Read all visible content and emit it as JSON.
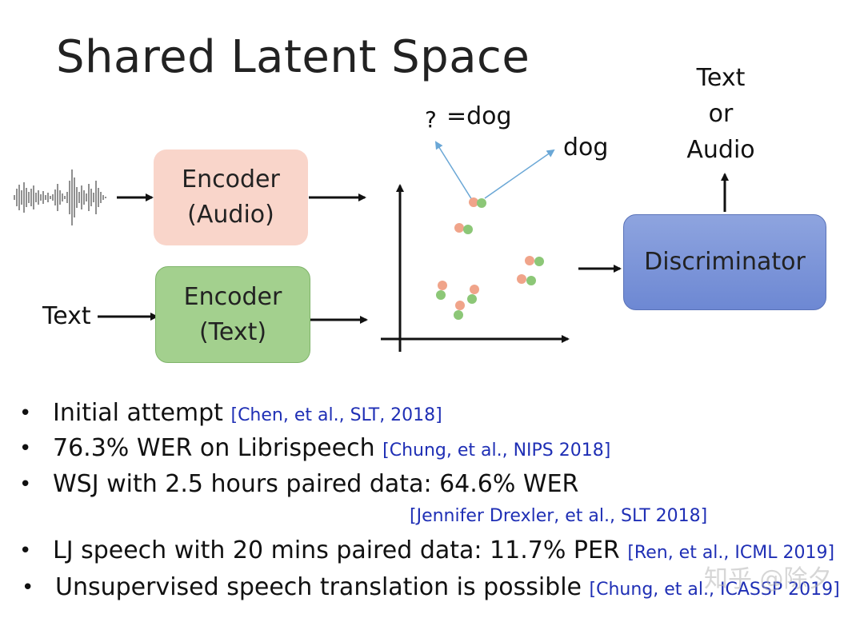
{
  "title": "Shared Latent Space",
  "encoder_audio": "Encoder\n(Audio)",
  "encoder_text": "Encoder\n(Text)",
  "discriminator": "Discriminator",
  "text_input": "Text",
  "query_label": "?",
  "eqdog_label": "=dog",
  "dog_label": "dog",
  "output_label": "Text\nor\nAudio",
  "bullets": [
    {
      "text": "Initial attempt ",
      "cite": "[Chen, et al., SLT, 2018]"
    },
    {
      "text": "76.3% WER on Librispeech ",
      "cite": "[Chung, et al., NIPS 2018]"
    },
    {
      "text": "WSJ with 2.5 hours paired data: 64.6% WER",
      "cite": ""
    },
    {
      "text": "LJ speech with 20 mins paired data: 11.7% PER ",
      "cite": "[Ren, et al., ICML 2019]"
    },
    {
      "text": "Unsupervised speech translation is possible ",
      "cite": "[Chung, et al., ICASSP 2019]"
    }
  ],
  "bullet2_cite": "[Jennifer Drexler, et al., SLT 2018]",
  "bullet_glyph": "•",
  "watermark": "知乎 @除夕",
  "colors": {
    "encoder_audio": "#f9d5ca",
    "encoder_text": "#a3d08e",
    "discriminator": "#7b93d8",
    "point_orange": "#f0a48a",
    "point_green": "#8cc777",
    "cite": "#1f2fb5",
    "arrow_blue": "#6aa7d6"
  },
  "icons": [
    "audio-waveform-icon"
  ]
}
